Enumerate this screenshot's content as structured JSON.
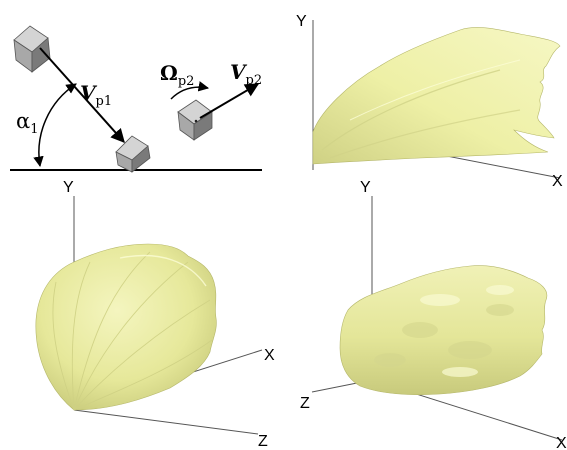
{
  "schematic": {
    "alpha_label": "α",
    "alpha_sub": "1",
    "v1_label": "V",
    "v1_sub": "p1",
    "omega_label": "Ω",
    "omega_sub": "p2",
    "v2_label": "V",
    "v2_sub": "p2"
  },
  "views": {
    "top_right": {
      "y_label": "Y",
      "x_label": "X"
    },
    "bottom_left": {
      "y_label": "Y",
      "x_label": "X",
      "z_label": "Z"
    },
    "bottom_right": {
      "y_label": "Y",
      "z_label": "Z",
      "x_label": "X"
    }
  },
  "colors": {
    "surface_fill": "#eef0a6",
    "surface_shade": "#c9cb7a",
    "surface_dark": "#a9ab5e",
    "cube_light": "#d4d4d4",
    "cube_mid": "#a8a8a8",
    "cube_dark": "#7a7a7a",
    "axis": "#555555"
  }
}
